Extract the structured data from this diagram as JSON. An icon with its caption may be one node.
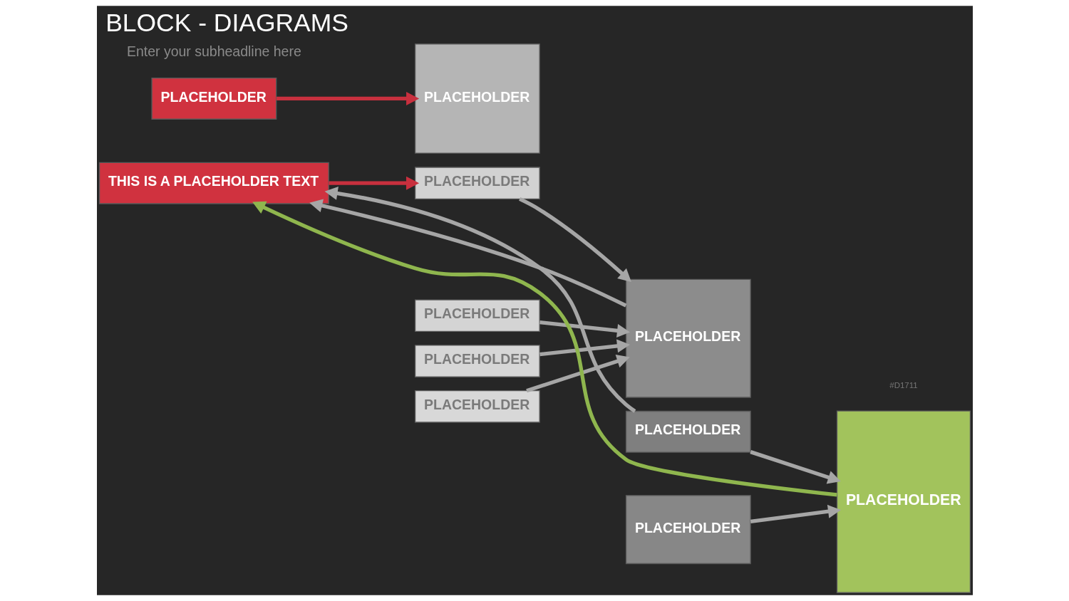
{
  "diagram": {
    "title": "BLOCK - DIAGRAMS",
    "nodes": [
      {
        "text": [
          "PLACEHOLDER"
        ]
      },
      {
        "text": [
          "PLACEHOLDER"
        ]
      },
      {
        "text": [
          "PLACEHOLDER"
        ]
      },
      {
        "text": [
          "PLACEHOLDER"
        ]
      },
      {
        "text": [
          "PLACEHOLDER"
        ]
      },
      {
        "text": [
          "PLACEHOLDER"
        ]
      },
      {
        "text": [
          "PLACEHOLDER"
        ]
      },
      {
        "text": [
          "PLACEHOLDER"
        ]
      },
      {
        "text": [
          "PLACEHOLDER"
        ]
      },
      {
        "text": [
          "PLACEHOLDER"
        ]
      },
      {
        "text": [
          "THIS IS A PLACEHOLDER TEXT"
        ]
      }
    ],
    "edges": [
      {
        "from": 1,
        "to": 5,
        "arrow": "to"
      },
      {
        "from": 2,
        "to": 5,
        "arrow": "to"
      },
      {
        "from": 3,
        "to": 5,
        "arrow": "to"
      },
      {
        "from": 4,
        "to": 5,
        "arrow": "to"
      },
      {
        "from": 5,
        "to": 10,
        "arrow": "to"
      },
      {
        "from": 7,
        "to": 10,
        "arrow": "to"
      },
      {
        "from": 6,
        "to": 8,
        "arrow": "to"
      },
      {
        "from": 7,
        "to": 8,
        "arrow": "to"
      },
      {
        "from": 8,
        "to": 10,
        "arrow": "to",
        "color": "#8fb64e"
      },
      {
        "from": 9,
        "to": 0,
        "arrow": "to",
        "color": "#c8303e"
      },
      {
        "from": 10,
        "to": 4,
        "arrow": "to",
        "color": "#c8303e"
      }
    ],
    "labels": [
      "#D1711",
      "Enter your subheadline here"
    ]
  }
}
